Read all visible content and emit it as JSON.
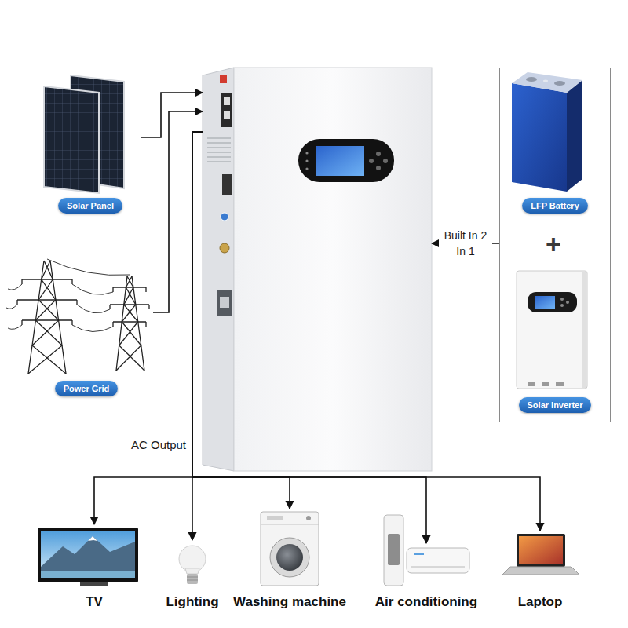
{
  "diagram": {
    "nodes": [
      {
        "text": [
          "Solar Panel"
        ]
      },
      {
        "text": [
          "Power Grid"
        ]
      },
      {
        "text": []
      },
      {
        "text": []
      },
      {
        "text": [
          "LFP Battery"
        ],
        "in": 3
      },
      {
        "text": [
          "Solar Inverter"
        ],
        "in": 3
      },
      {
        "text": [
          "TV"
        ]
      },
      {
        "text": [
          "Lighting"
        ]
      },
      {
        "text": [
          "Washing machine"
        ]
      },
      {
        "text": [
          "Air conditioning"
        ]
      },
      {
        "text": [
          "Laptop"
        ]
      }
    ],
    "edges": [
      {
        "from": 0,
        "to": 2,
        "arrow": "to"
      },
      {
        "from": 1,
        "to": 2,
        "arrow": "to"
      },
      {
        "from": 3,
        "to": 2,
        "label": "Built In 2 In 1",
        "arrow": "to"
      },
      {
        "from": 2,
        "to": 6,
        "arrow": "to"
      },
      {
        "from": 2,
        "to": 7,
        "label": "AC Output",
        "arrow": "to"
      },
      {
        "from": 2,
        "to": 8,
        "arrow": "to"
      },
      {
        "from": 2,
        "to": 9,
        "arrow": "to"
      },
      {
        "from": 2,
        "to": 10,
        "arrow": "to"
      }
    ],
    "labels": [
      "+"
    ]
  }
}
